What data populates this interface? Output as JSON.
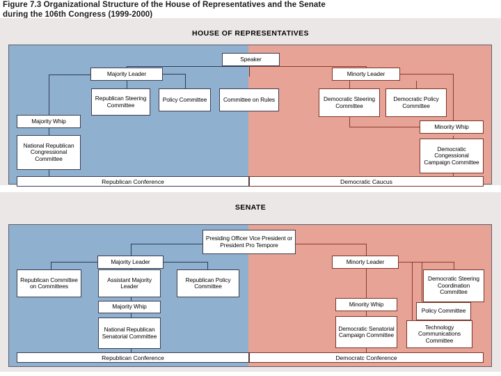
{
  "figure": {
    "caption": "Figure 7.3  Organizational Structure of the House of Representatives and the Senate during the 106th Congress (1999-2000)"
  },
  "colors": {
    "republican_panel": "#8fb0ce",
    "democratic_panel": "#e7a396",
    "band_background": "#ece7e7",
    "node_fill": "#ffffff",
    "republican_line": "#2b3a5c",
    "democratic_line": "#8a3a2a"
  },
  "chart_data": {
    "type": "diagram",
    "title": "Organizational Structure of the House of Representatives and the Senate during the 106th Congress (1999-2000)",
    "chambers": [
      {
        "name": "HOUSE OF REPRESENTATIVES",
        "root": "Speaker",
        "republican_side": {
          "conference": "Republican Conference",
          "nodes": [
            "Majority Leader",
            "Republican Steering Committee",
            "Policy Committee",
            "Committee on Rules",
            "Majority Whip",
            "National Republican Congressional Committee"
          ]
        },
        "democratic_side": {
          "conference": "Democratic Caucus",
          "nodes": [
            "Minorty Leader",
            "Democratic Steering Committee",
            "Democratic Policy Committee",
            "Minority Whip",
            "Democratic Congessional Campaign Committee"
          ]
        }
      },
      {
        "name": "SENATE",
        "root": "Presiding Officer Vice President or President Pro Tempore",
        "republican_side": {
          "conference": "Republican Conference",
          "nodes": [
            "Majority Leader",
            "Republican Committee on Committees",
            "Assistant Majority Leader",
            "Republican Policy Committee",
            "Majority Whip",
            "National Republican Senatorial Committee"
          ]
        },
        "democratic_side": {
          "conference": "Democratc Conference",
          "nodes": [
            "Minorty Leader",
            "Minority Whip",
            "Democratic Senatorial Campaign Committee",
            "Democratic Steering Coordination Committee",
            "Policy Committee",
            "Technology Communications Committee"
          ]
        }
      }
    ]
  },
  "house": {
    "heading": "HOUSE OF REPRESENTATIVES",
    "speaker": "Speaker",
    "majority_leader": "Majority Leader",
    "rep_steering": "Republican Steering Committee",
    "policy_committee": "Policy Committee",
    "committee_on_rules": "Committee on Rules",
    "majority_whip": "Majority Whip",
    "nrcc": "National Republican Congressional Committee",
    "minority_leader": "Minorty Leader",
    "dem_steering": "Democratic Steering Committee",
    "dem_policy": "Democratic Policy Committee",
    "minority_whip": "Minority Whip",
    "dccc": "Democratic Congessional Campaign Committee",
    "rep_conference": "Republican Conference",
    "dem_caucus": "Democratic Caucus"
  },
  "senate": {
    "heading": "SENATE",
    "presiding_officer": "Presiding Officer Vice President or President Pro Tempore",
    "majority_leader": "Majority Leader",
    "rep_committee_on_committees": "Republican Committee on Committees",
    "assistant_majority_leader": "Assistant Majority Leader",
    "rep_policy": "Republican Policy Committee",
    "majority_whip": "Majority Whip",
    "nrsc": "National Republican Senatorial Committee",
    "minority_leader": "Minorty Leader",
    "minority_whip": "Minority Whip",
    "dscc": "Democratic Senatorial Campaign Committee",
    "dem_steering_coord": "Democratic Steering Coordination Committee",
    "policy_committee": "Policy Committee",
    "tech_comms": "Technology Communications Committee",
    "rep_conference": "Republican Conference",
    "dem_conference": "Democratc Conference"
  }
}
